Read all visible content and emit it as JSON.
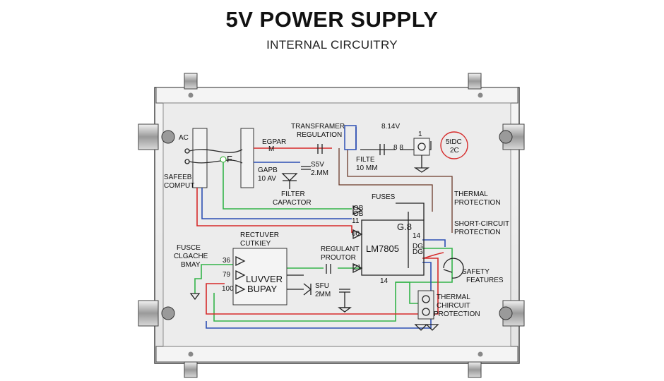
{
  "title": "5V POWER SUPPLY",
  "subtitle": "INTERNAL CIRCUITRY",
  "labels": {
    "ac": "AC",
    "f": "F",
    "safeeb": "SAFEEB",
    "comput": "COMPUT",
    "egpar": "EGPAR",
    "m": "M",
    "gapb": "GAPB",
    "ten_av": "10 AV",
    "s5v": "S5V",
    "two_mm": "2.MM",
    "filter1": "FILTER",
    "filter2": "CAPACTOR",
    "transformer1": "TRANSFRAMER",
    "transformer2": "REGULATION",
    "filte": "FILTE",
    "ten_mm": "10 MM",
    "v814": "8.14V",
    "one": "1",
    "e8": "8 8",
    "fivedc1": "5tDC",
    "fivedc2": "2C",
    "thermal1": "THERMAL",
    "thermal2": "PROTECTION",
    "short1": "SHORT-CIRCUIT",
    "short2": "PROTECTION",
    "fuses": "FUSES",
    "ob1": "OB",
    "ob2": "OB",
    "eleven": "11",
    "zero0": "00",
    "lm7805": "LM7805",
    "g8": "G.8",
    "fourteen_a": "14",
    "dg1": "DG",
    "dg2": "DG",
    "regul1": "REGULANT",
    "regul2": "PROUTOR",
    "twentyone": "21",
    "fourteen_b": "14",
    "rect1": "RECTUVER",
    "rect2": "CUTKIEY",
    "fusce1": "FUSCE",
    "fusce2": "CLGACHE",
    "fusce3": "BMAY",
    "p36": "36",
    "p79": "79",
    "p100": "100",
    "luvver": "LUVVER",
    "bupay": "BUPAY",
    "sfu": "SFU",
    "twomm2": "2MM",
    "safety1": "SAFETY",
    "safety2": "FEATURES",
    "tc1": "THERMAL",
    "tc2": "CHIRCUIT",
    "tc3": "PROTECTION"
  },
  "colors": {
    "wire_red": "#d62a2a",
    "wire_blue": "#2d4fb3",
    "wire_green": "#34b44a",
    "wire_black": "#2a2a2a",
    "enclosure": "#eeeeee"
  }
}
